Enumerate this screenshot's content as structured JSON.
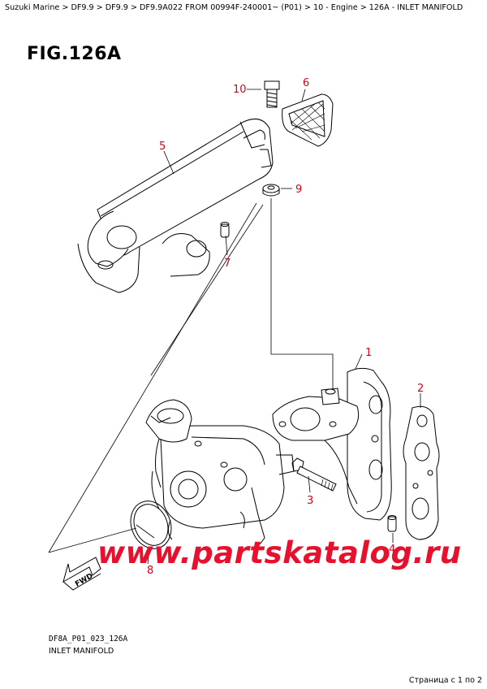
{
  "breadcrumb": "Suzuki Marine > DF9.9 > DF9.9 > DF9.9A022 FROM 00994F-240001~ (P01) > 10 - Engine > 126A - INLET MANIFOLD",
  "figure_title": "FIG.126A",
  "callouts": [
    "1",
    "2",
    "3",
    "4",
    "5",
    "6",
    "7",
    "8",
    "9",
    "10"
  ],
  "fwd_label": "FWD",
  "watermark": "www.partskatalog.ru",
  "footer": {
    "code": "DF8A_P01_023_126A",
    "name": "INLET MANIFOLD",
    "page": "Страница с 1 по 2"
  },
  "colors": {
    "callout": "#d6001c",
    "watermark": "#e8112d",
    "line": "#000000"
  }
}
